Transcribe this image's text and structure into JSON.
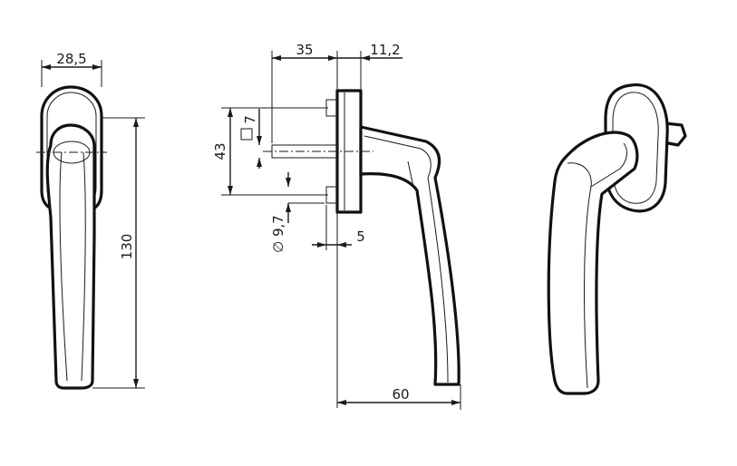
{
  "dimensions": {
    "front_width": "28,5",
    "front_height": "130",
    "spindle_length": "35",
    "rose_thickness": "11,2",
    "square_spindle": "7",
    "screw_spacing": "43",
    "screw_diameter": "∅ 9,7",
    "offset": "5",
    "handle_reach": "60"
  }
}
